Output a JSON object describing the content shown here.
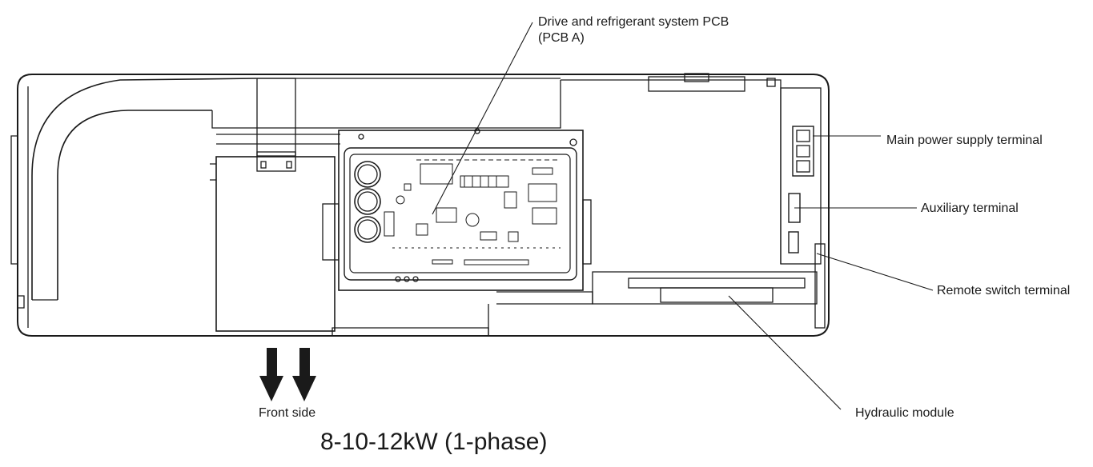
{
  "labels": {
    "pcb_line1": "Drive and refrigerant system PCB",
    "pcb_line2": "(PCB A)",
    "main_power": "Main power supply terminal",
    "auxiliary": "Auxiliary terminal",
    "remote_switch": "Remote switch terminal",
    "hydraulic": "Hydraulic module",
    "front_side": "Front side"
  },
  "caption": "8-10-12kW (1-phase)",
  "colors": {
    "line": "#1a1a1a",
    "background": "#ffffff"
  }
}
